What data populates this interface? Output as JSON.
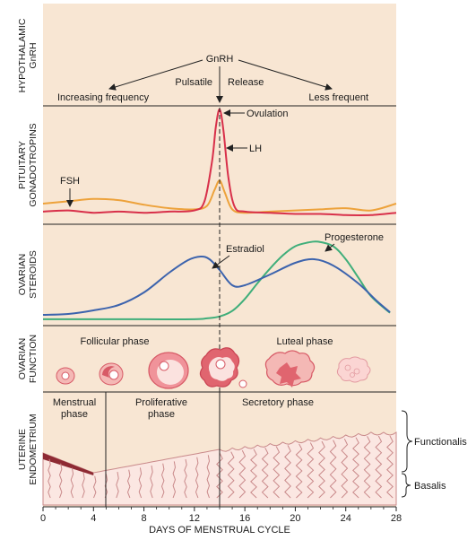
{
  "colors": {
    "panel_bg": "#f8e6d3",
    "lh": "#d8304a",
    "fsh": "#eda23b",
    "estradiol": "#3c63ad",
    "progesterone": "#3fae7a",
    "endometrium_fill": "#fbe7e2",
    "endometrium_stroke": "#c9898a",
    "blood": "#8e2a33",
    "follicle_dark": "#d75a66",
    "follicle_light": "#f4b8b5",
    "text": "#1a1a1a"
  },
  "panels": {
    "hypothalamic": {
      "label_line1": "HYPOTHALAMIC",
      "label_line2": "GnRH"
    },
    "pituitary": {
      "label_line1": "PITUITARY",
      "label_line2": "GONADOTROPINS"
    },
    "ovarian_steroids": {
      "label_line1": "OVARIAN",
      "label_line2": "STEROIDS"
    },
    "ovarian_function": {
      "label_line1": "OVARIAN",
      "label_line2": "FUNCTION"
    },
    "uterine": {
      "label_line1": "UTERINE",
      "label_line2": "ENDOMETRIUM"
    }
  },
  "annotations": {
    "gnrh": "GnRH",
    "pulsatile": "Pulsatile",
    "release": "Release",
    "increasing_frequency": "Increasing frequency",
    "less_frequent": "Less frequent",
    "ovulation": "Ovulation",
    "lh": "LH",
    "fsh": "FSH",
    "estradiol": "Estradiol",
    "progesterone": "Progesterone",
    "follicular_phase": "Follicular phase",
    "luteal_phase": "Luteal phase",
    "menstrual_phase_1": "Menstrual",
    "menstrual_phase_2": "phase",
    "proliferative_phase_1": "Proliferative",
    "proliferative_phase_2": "phase",
    "secretory_phase": "Secretory phase",
    "functionalis": "Functionalis",
    "basalis": "Basalis"
  },
  "chart_data": {
    "type": "line",
    "xlabel": "DAYS OF MENSTRUAL CYCLE",
    "xlim": [
      0,
      28
    ],
    "x_ticks": [
      "0",
      "4",
      "8",
      "12",
      "16",
      "20",
      "24",
      "28"
    ],
    "ovulation_day": 14,
    "series": [
      {
        "name": "LH",
        "x": [
          0,
          2,
          4,
          6,
          8,
          10,
          12,
          12.8,
          13.4,
          13.7,
          14,
          14.3,
          14.7,
          15.2,
          16,
          18,
          20,
          22,
          24,
          26,
          28
        ],
        "y": [
          0.11,
          0.12,
          0.1,
          0.11,
          0.1,
          0.11,
          0.12,
          0.2,
          0.55,
          0.85,
          1.0,
          0.82,
          0.4,
          0.15,
          0.11,
          0.1,
          0.09,
          0.09,
          0.08,
          0.08,
          0.1
        ]
      },
      {
        "name": "FSH",
        "x": [
          0,
          2,
          4,
          6,
          8,
          10,
          12,
          13,
          13.6,
          14,
          14.4,
          15,
          16,
          18,
          20,
          22,
          24,
          26,
          28
        ],
        "y": [
          0.18,
          0.2,
          0.22,
          0.21,
          0.17,
          0.14,
          0.13,
          0.16,
          0.3,
          0.38,
          0.28,
          0.13,
          0.1,
          0.11,
          0.12,
          0.13,
          0.14,
          0.12,
          0.18
        ]
      },
      {
        "name": "Estradiol",
        "x": [
          0,
          2,
          4,
          6,
          8,
          10,
          11.5,
          12.5,
          13.2,
          14,
          15,
          16,
          18,
          20,
          21.5,
          23,
          25,
          26.5,
          27.5
        ],
        "y": [
          0.05,
          0.06,
          0.1,
          0.16,
          0.3,
          0.52,
          0.66,
          0.7,
          0.67,
          0.55,
          0.38,
          0.38,
          0.5,
          0.63,
          0.67,
          0.6,
          0.4,
          0.2,
          0.08
        ]
      },
      {
        "name": "Progesterone",
        "x": [
          0,
          4,
          8,
          12,
          13,
          14,
          15,
          16,
          17,
          18,
          19,
          20,
          21,
          21.8,
          23,
          24,
          25,
          26,
          27.5
        ],
        "y": [
          0.03,
          0.03,
          0.03,
          0.03,
          0.04,
          0.06,
          0.12,
          0.25,
          0.42,
          0.58,
          0.72,
          0.82,
          0.86,
          0.87,
          0.82,
          0.68,
          0.48,
          0.28,
          0.1
        ]
      }
    ]
  }
}
